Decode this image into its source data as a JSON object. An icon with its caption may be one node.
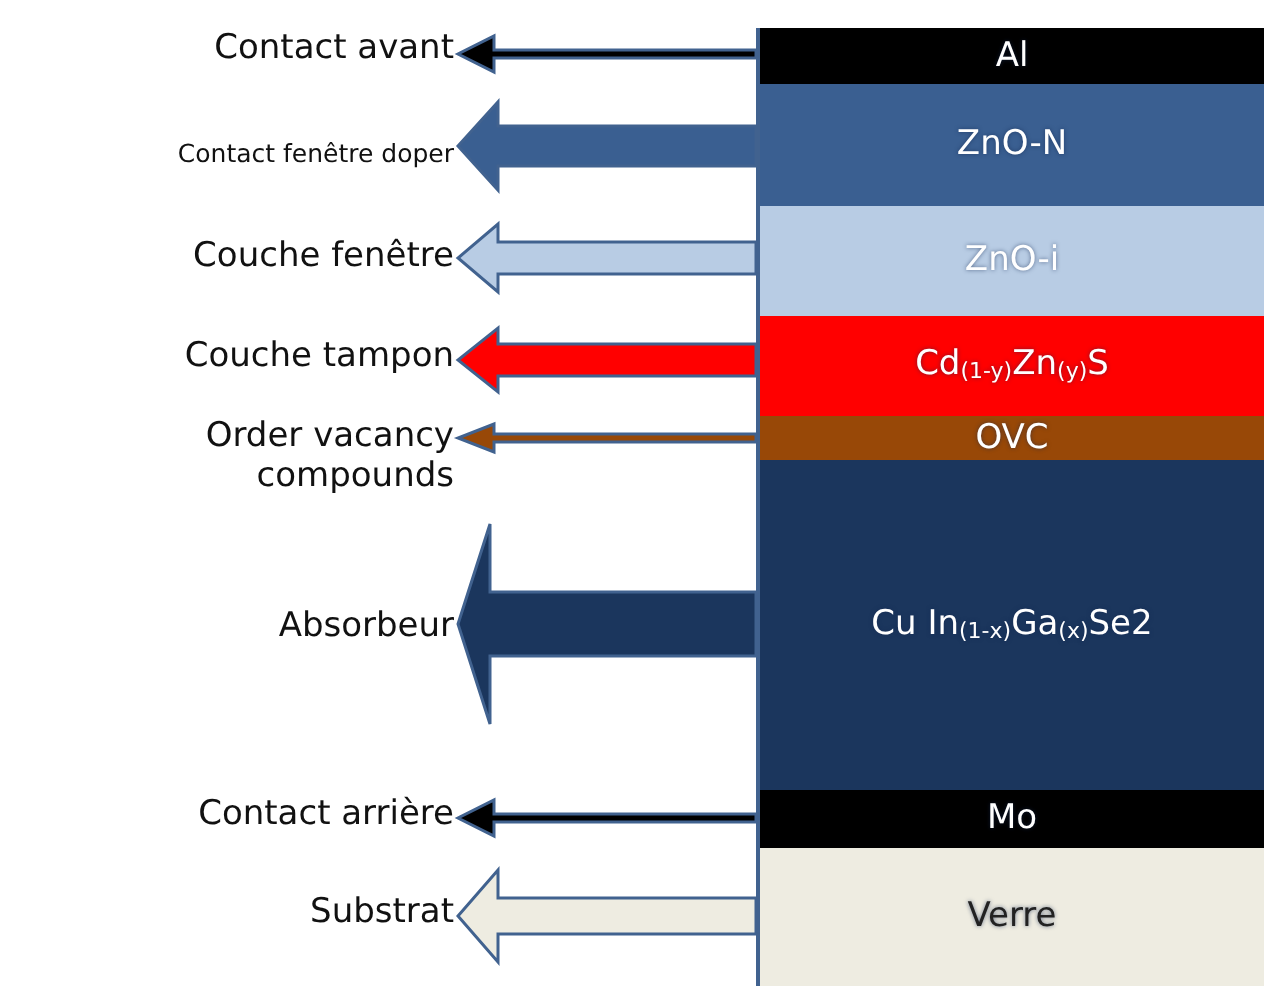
{
  "diagram": {
    "nodes": [
      {
        "text": [
          "Al"
        ]
      },
      {
        "text": [
          "ZnO-N"
        ]
      },
      {
        "text": [
          "ZnO-i"
        ]
      },
      {
        "text": [
          "Cd$_{(1-y)}$Zn$_{(y)}$S"
        ]
      },
      {
        "text": [
          "OVC"
        ]
      },
      {
        "text": [
          "Cu In$_{(1-x)}$Ga$_{(x)}$Se2"
        ]
      },
      {
        "text": [
          "Mo"
        ]
      },
      {
        "text": [
          "Verre"
        ]
      },
      {
        "text": [
          "Contact avant"
        ]
      },
      {
        "text": [
          "Contact fenêtre doper"
        ]
      },
      {
        "text": [
          "Couche fenêtre"
        ]
      },
      {
        "text": [
          "Couche tampon"
        ]
      },
      {
        "text": [
          "Order vacancy compounds"
        ]
      },
      {
        "text": [
          "Absorbeur"
        ]
      },
      {
        "text": [
          "Contact arrière"
        ]
      },
      {
        "text": [
          "Substrat"
        ]
      }
    ],
    "edges": [
      {
        "from": 0,
        "to": 8,
        "arrow": "to",
        "color": "#000000"
      },
      {
        "from": 1,
        "to": 9,
        "arrow": "to",
        "color": "#3a5f91"
      },
      {
        "from": 2,
        "to": 10,
        "arrow": "to",
        "color": "#b8cce4"
      },
      {
        "from": 3,
        "to": 11,
        "arrow": "to",
        "color": "#ff0000"
      },
      {
        "from": 4,
        "to": 12,
        "arrow": "to",
        "color": "#984807"
      },
      {
        "from": 5,
        "to": 13,
        "arrow": "to",
        "color": "#1b365d"
      },
      {
        "from": 6,
        "to": 14,
        "arrow": "to",
        "color": "#000000"
      },
      {
        "from": 7,
        "to": 15,
        "arrow": "to",
        "color": "#eeece1"
      }
    ]
  }
}
